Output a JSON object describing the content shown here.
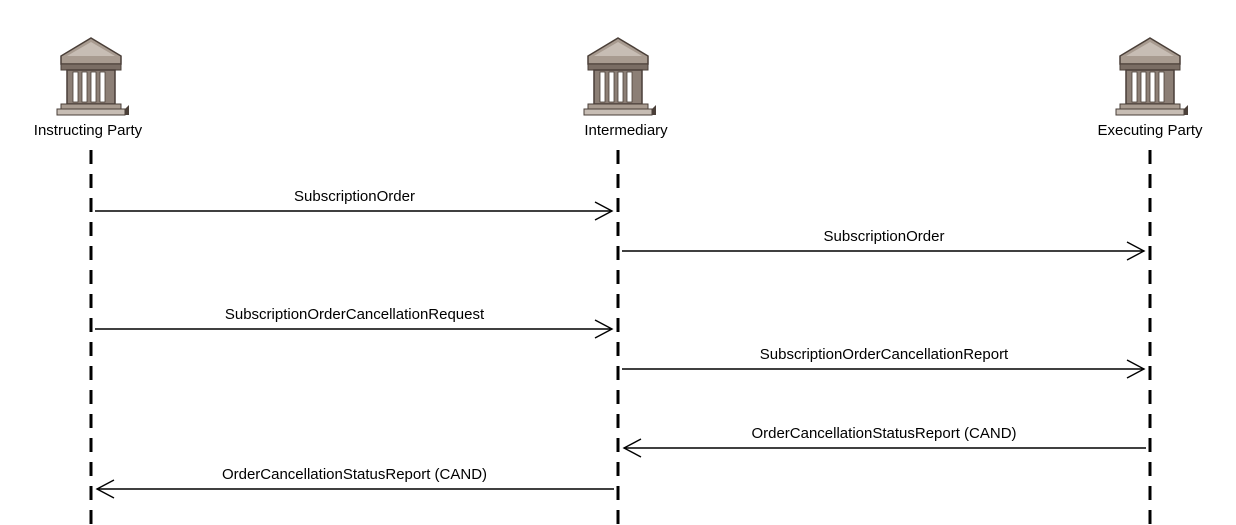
{
  "participants": [
    {
      "id": "instructing",
      "label": "Instructing Party",
      "icon": "bank-building-icon"
    },
    {
      "id": "intermediary",
      "label": "Intermediary",
      "icon": "bank-building-icon"
    },
    {
      "id": "executing",
      "label": "Executing Party",
      "icon": "bank-building-icon"
    }
  ],
  "messages": [
    {
      "from": "instructing",
      "to": "intermediary",
      "label": "SubscriptionOrder"
    },
    {
      "from": "intermediary",
      "to": "executing",
      "label": "SubscriptionOrder"
    },
    {
      "from": "instructing",
      "to": "intermediary",
      "label": "SubscriptionOrderCancellationRequest"
    },
    {
      "from": "intermediary",
      "to": "executing",
      "label": "SubscriptionOrderCancellationReport"
    },
    {
      "from": "executing",
      "to": "intermediary",
      "label": "OrderCancellationStatusReport (CAND)"
    },
    {
      "from": "intermediary",
      "to": "instructing",
      "label": "OrderCancellationStatusReport (CAND)"
    }
  ],
  "colors": {
    "icon_fill": "#a89b90",
    "icon_dark": "#4a3f38",
    "icon_light": "#e8e2dc",
    "line": "#000000"
  }
}
